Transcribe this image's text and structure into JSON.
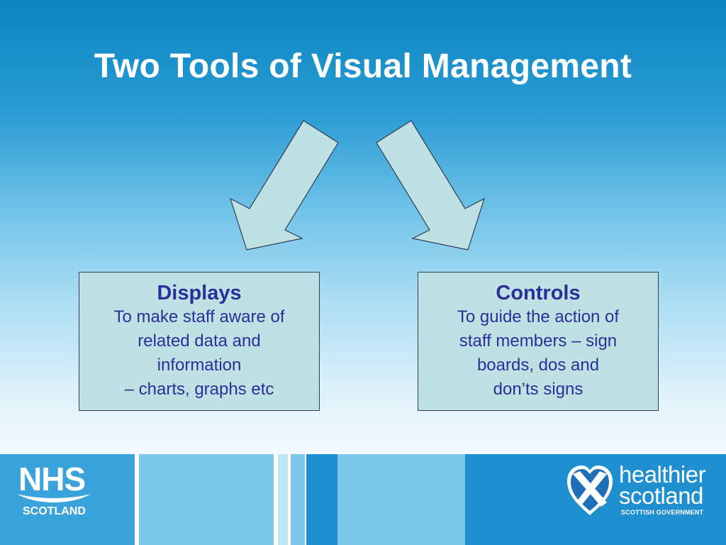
{
  "slide": {
    "title": "Two Tools of Visual Management"
  },
  "boxes": [
    {
      "heading": "Displays",
      "lines": [
        "To make staff aware of",
        "related data and",
        "information",
        "– charts, graphs etc"
      ]
    },
    {
      "heading": "Controls",
      "lines": [
        "To guide the action of",
        "staff members – sign",
        "boards, dos and",
        "don’ts signs"
      ]
    }
  ],
  "footer": {
    "nhs_logo_text": "NHS",
    "nhs_logo_subtext": "SCOTLAND",
    "hs_logo_line1": "healthier",
    "hs_logo_line2": "scotland",
    "hs_logo_line3": "SCOTTISH GOVERNMENT"
  },
  "colors": {
    "title": "#ffffff",
    "box_fill": "#bfe1e3",
    "box_text": "#2a2f9a",
    "arrow_fill": "#bfe1e3",
    "footer_blue": "#1f8fd0",
    "footer_light": "#7cc8ea"
  }
}
